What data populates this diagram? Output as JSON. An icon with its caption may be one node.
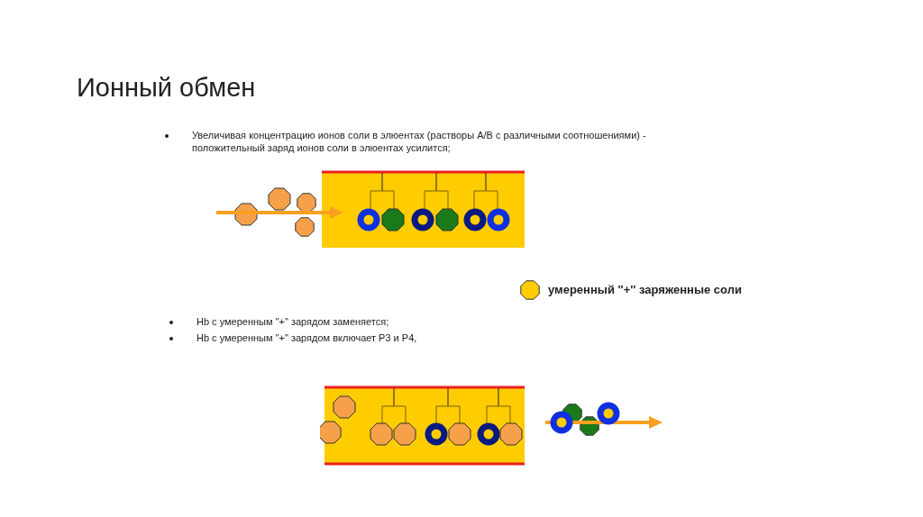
{
  "diagram": {
    "title": "Ионный обмен",
    "labels": [
      "Увеличивая концентрацию ионов соли в элюентах (растворы А/В с различными соотношениями) - положительный заряд ионов соли в элюентах усилится;",
      "Hb с умеренным \"+\" зарядом заменяется;",
      "Hb с умеренным \"+\" зарядом включает Р3 и Р4,"
    ],
    "legend": [
      {
        "text": "умеренный ''+'' заряженные соли",
        "color": "#ffcc00"
      }
    ]
  }
}
